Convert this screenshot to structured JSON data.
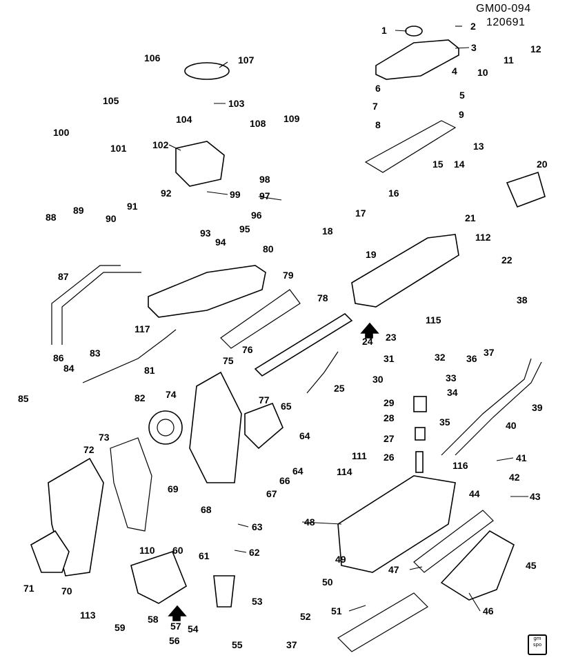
{
  "header": {
    "code": "GM00-094",
    "number": "120691"
  },
  "callouts": [
    "1",
    "2",
    "3",
    "4",
    "5",
    "6",
    "7",
    "8",
    "9",
    "10",
    "11",
    "12",
    "13",
    "14",
    "15",
    "16",
    "17",
    "18",
    "19",
    "20",
    "21",
    "22",
    "23",
    "24",
    "25",
    "26",
    "27",
    "28",
    "29",
    "30",
    "31",
    "32",
    "33",
    "34",
    "35",
    "36",
    "37",
    "38",
    "39",
    "40",
    "41",
    "42",
    "43",
    "44",
    "45",
    "46",
    "47",
    "48",
    "49",
    "50",
    "51",
    "52",
    "53",
    "54",
    "55",
    "56",
    "57",
    "58",
    "59",
    "60",
    "61",
    "62",
    "63",
    "64",
    "65",
    "66",
    "67",
    "68",
    "69",
    "70",
    "71",
    "72",
    "73",
    "74",
    "75",
    "76",
    "77",
    "78",
    "79",
    "80",
    "81",
    "82",
    "83",
    "84",
    "85",
    "86",
    "87",
    "88",
    "89",
    "90",
    "91",
    "92",
    "93",
    "94",
    "95",
    "96",
    "97",
    "98",
    "99",
    "100",
    "101",
    "102",
    "103",
    "104",
    "105",
    "106",
    "107",
    "108",
    "109",
    "110",
    "111",
    "112",
    "113",
    "114",
    "115",
    "116",
    "117",
    "37",
    "64"
  ],
  "logo": {
    "top": "gm",
    "bottom": "spo"
  }
}
